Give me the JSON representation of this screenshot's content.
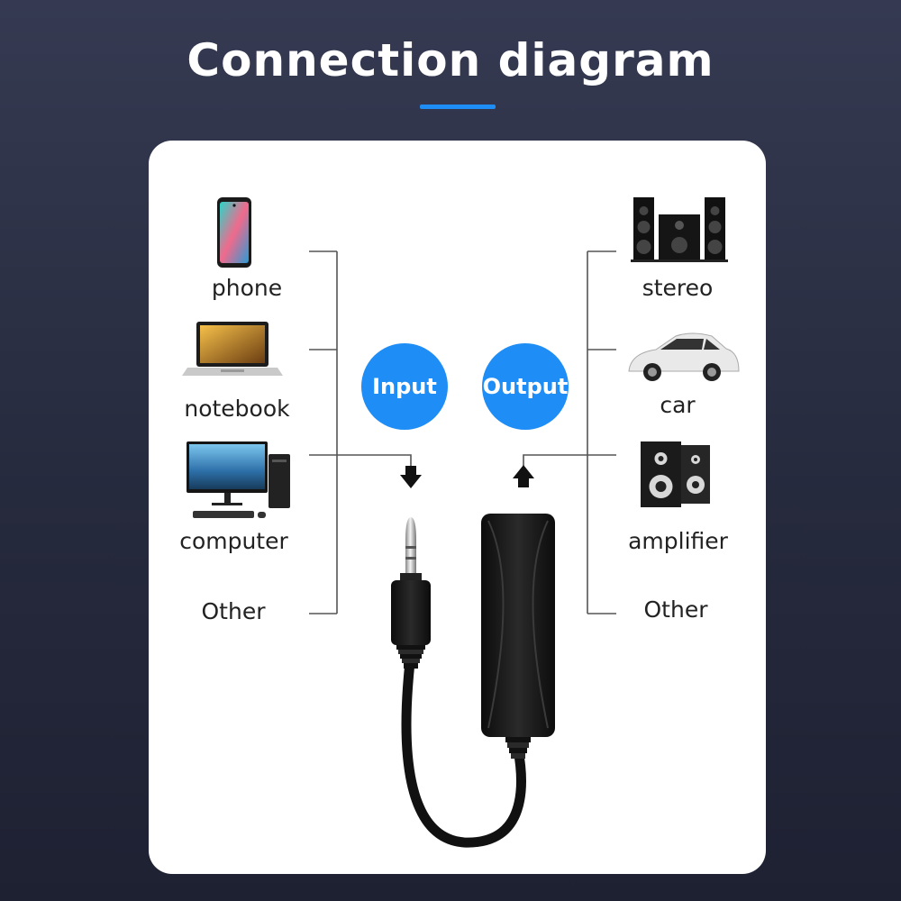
{
  "title": "Connection diagram",
  "accent_color": "#1e8df5",
  "inputs": {
    "circle_label": "Input",
    "devices": [
      {
        "label": "phone",
        "icon": "smartphone-icon"
      },
      {
        "label": "notebook",
        "icon": "laptop-icon"
      },
      {
        "label": "computer",
        "icon": "desktop-computer-icon"
      },
      {
        "label": "Other",
        "icon": ""
      }
    ]
  },
  "outputs": {
    "circle_label": "Output",
    "devices": [
      {
        "label": "stereo",
        "icon": "stereo-system-icon"
      },
      {
        "label": "car",
        "icon": "car-icon"
      },
      {
        "label": "amplifier",
        "icon": "speakers-icon"
      },
      {
        "label": "Other",
        "icon": ""
      }
    ]
  }
}
